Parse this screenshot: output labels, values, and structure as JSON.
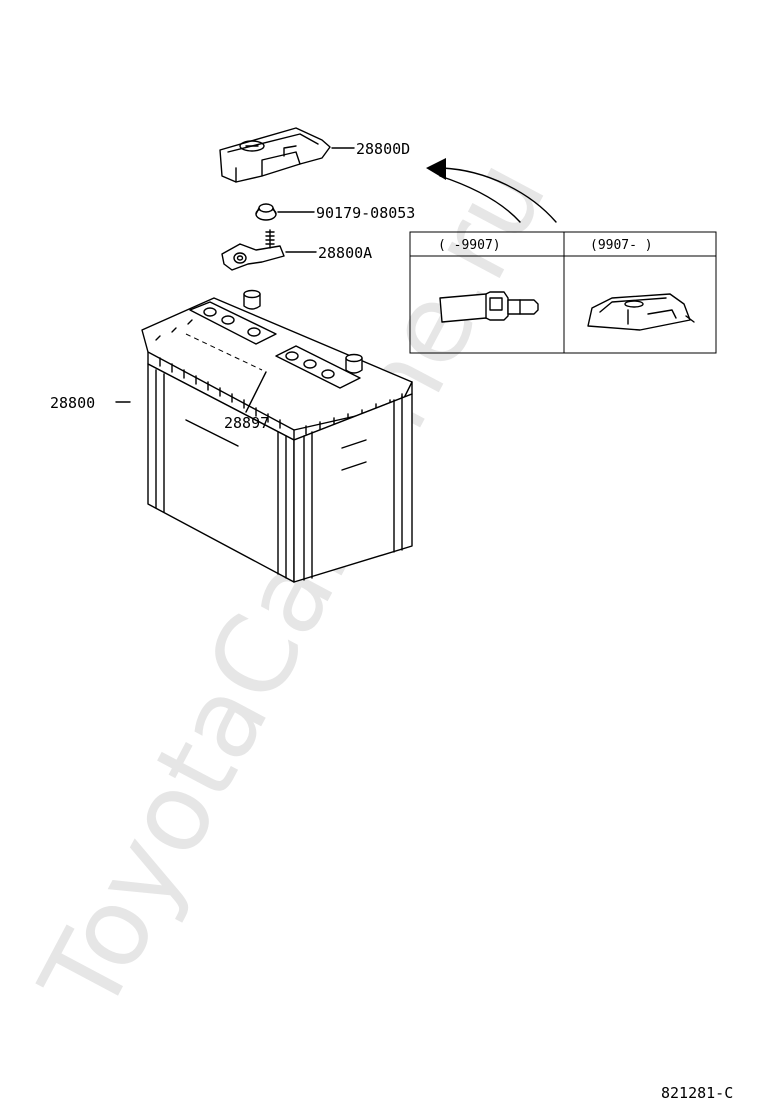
{
  "watermark": "ToyotaCarMine.ru",
  "parts": {
    "cover": "28800D",
    "nut": "90179-08053",
    "clamp": "28800A",
    "battery": "28800",
    "hold_down": "28897"
  },
  "inset": {
    "col1_header": "(      -9907)",
    "col2_header": "(9907-      )"
  },
  "diagram_code": "821281-C"
}
